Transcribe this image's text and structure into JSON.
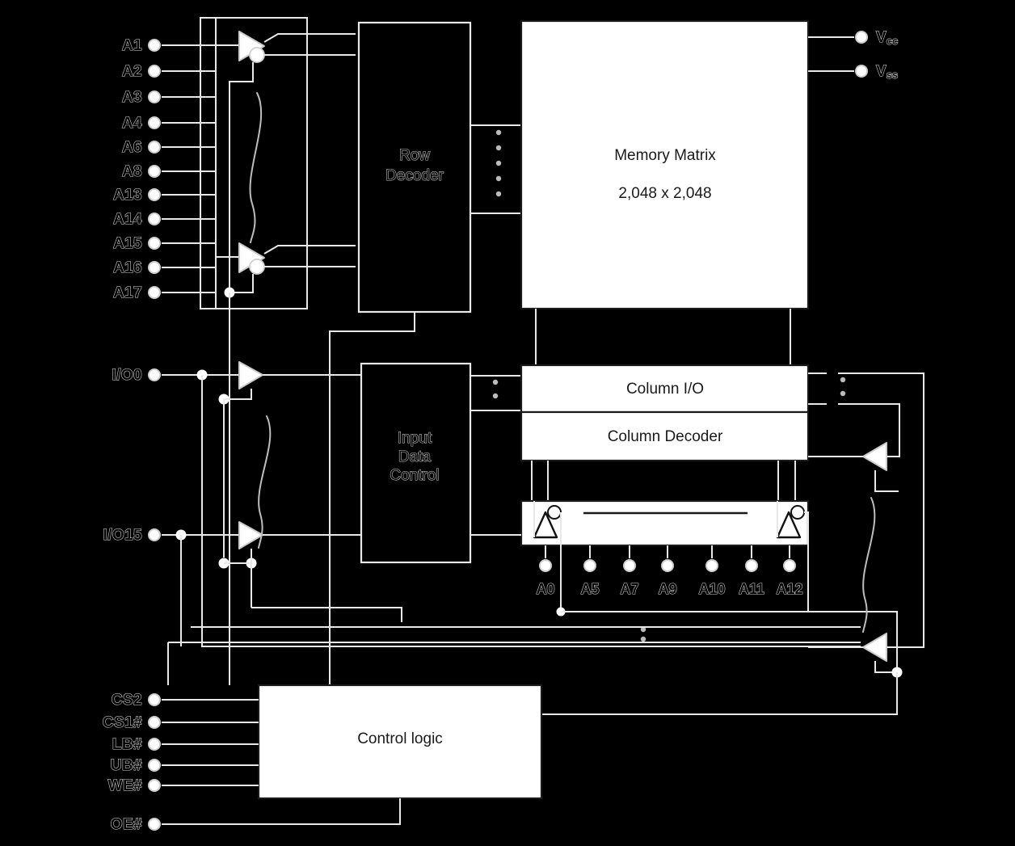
{
  "diagram": {
    "title": "SRAM Functional Block Diagram",
    "background_color": "#000000",
    "wire_color": "#e8e8e8",
    "white_box_fill": "#ffffff",
    "dark_text_color": "#1a1a1a"
  },
  "address_pins": [
    {
      "label": "A1"
    },
    {
      "label": "A2"
    },
    {
      "label": "A3"
    },
    {
      "label": "A4"
    },
    {
      "label": "A6"
    },
    {
      "label": "A8"
    },
    {
      "label": "A13"
    },
    {
      "label": "A14"
    },
    {
      "label": "A15"
    },
    {
      "label": "A16"
    },
    {
      "label": "A17"
    }
  ],
  "io_pins": [
    {
      "label": "I/O0"
    },
    {
      "label": "I/O15"
    }
  ],
  "control_pins": [
    {
      "label": "CS2"
    },
    {
      "label": "CS1#"
    },
    {
      "label": "LB#"
    },
    {
      "label": "UB#"
    },
    {
      "label": "WE#"
    },
    {
      "label": "OE#"
    }
  ],
  "power_pins": [
    {
      "base": "V",
      "sub": "cc"
    },
    {
      "base": "V",
      "sub": "ss"
    }
  ],
  "column_address_pins": [
    {
      "label": "A0"
    },
    {
      "label": "A5"
    },
    {
      "label": "A7"
    },
    {
      "label": "A9"
    },
    {
      "label": "A10"
    },
    {
      "label": "A11"
    },
    {
      "label": "A12"
    }
  ],
  "blocks": {
    "row_decoder": {
      "line1": "Row",
      "line2": "Decoder",
      "style": "dark"
    },
    "memory_matrix": {
      "line1": "Memory Matrix",
      "line2": "2,048 x 2,048",
      "style": "white"
    },
    "input_data_control": {
      "line1": "Input",
      "line2": "Data",
      "line3": "Control",
      "style": "dark"
    },
    "column_io": {
      "label": "Column I/O",
      "style": "white"
    },
    "column_decoder": {
      "label": "Column Decoder",
      "style": "white"
    },
    "control_logic": {
      "label": "Control logic",
      "style": "white"
    },
    "sense_bar": {
      "label": "",
      "style": "white"
    }
  }
}
